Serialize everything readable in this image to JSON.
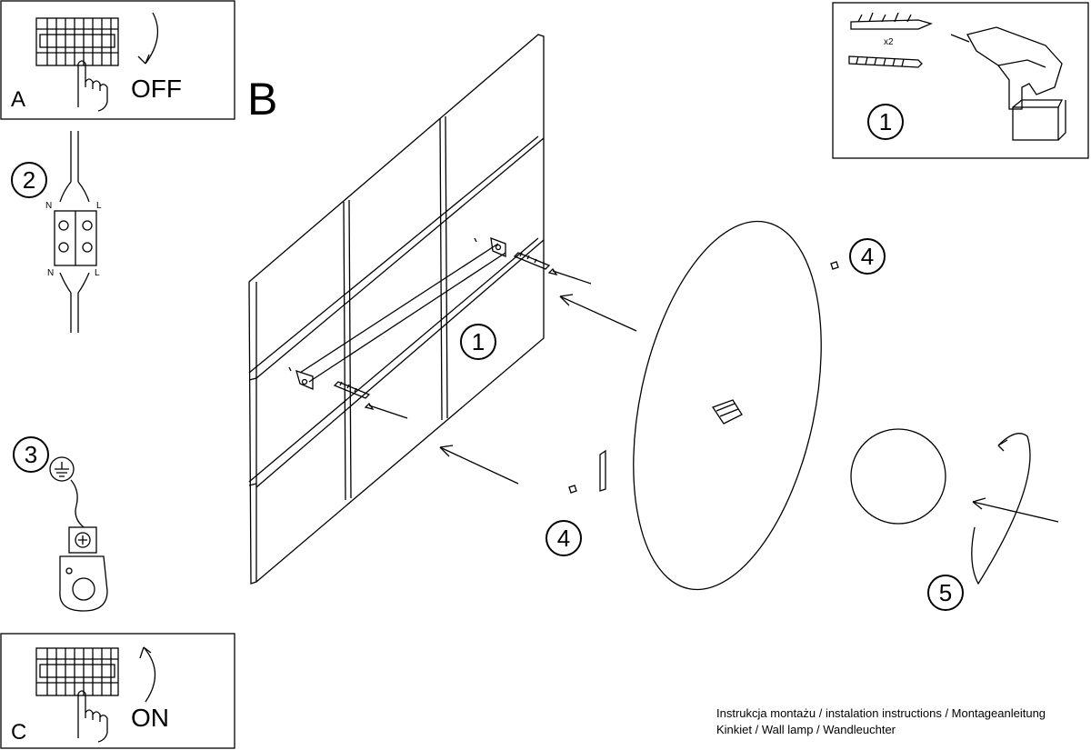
{
  "panels": {
    "a": {
      "letter": "A",
      "action": "OFF"
    },
    "b": {
      "letter": "B"
    },
    "c": {
      "letter": "C",
      "action": "ON"
    }
  },
  "wiring": {
    "n_top": "N",
    "l_top": "L",
    "n_bottom": "N",
    "l_bottom": "L"
  },
  "hardware": {
    "quantity": "x2"
  },
  "steps": [
    "1",
    "2",
    "3",
    "4",
    "5"
  ],
  "footer": {
    "line1": "Instrukcja montażu / instalation instructions / Montageanleitung",
    "line2": "Kinkiet / Wall lamp / Wandleuchter"
  }
}
